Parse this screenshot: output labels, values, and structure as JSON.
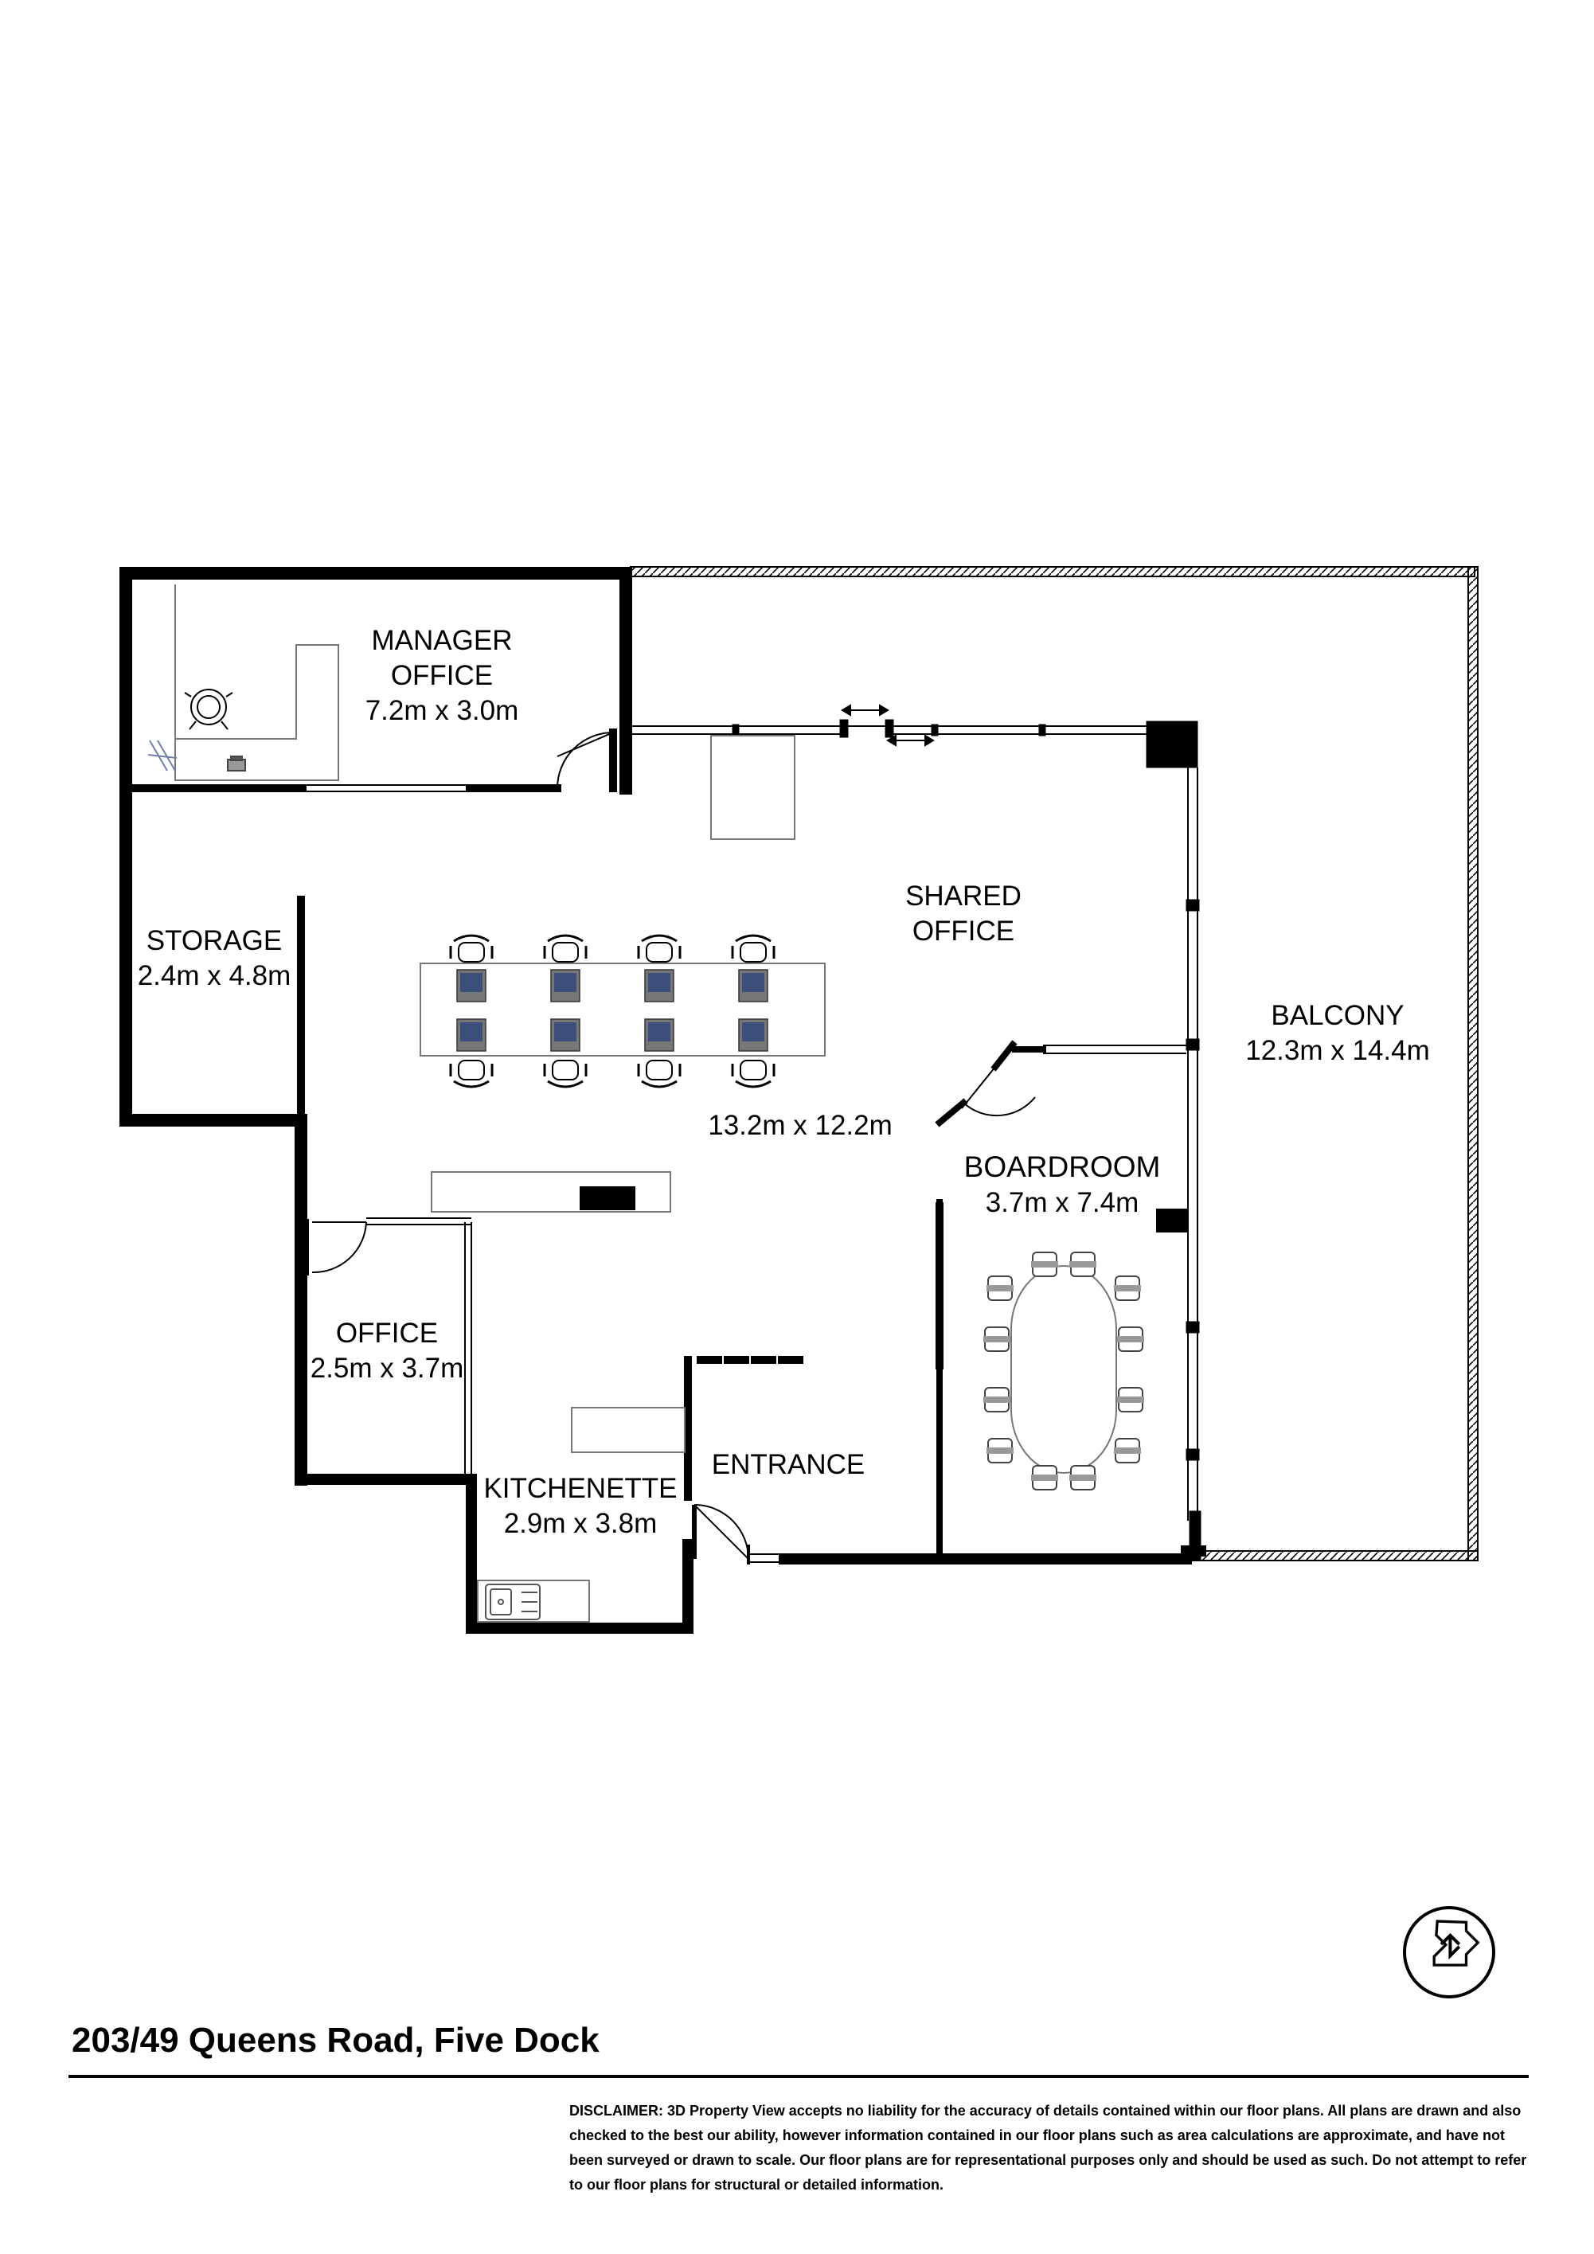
{
  "rooms": {
    "manager_office": {
      "name_line1": "MANAGER",
      "name_line2": "OFFICE",
      "dims": "7.2m x 3.0m"
    },
    "storage": {
      "name": "STORAGE",
      "dims": "2.4m x 4.8m"
    },
    "shared_office": {
      "name_line1": "SHARED",
      "name_line2": "OFFICE",
      "dims": "13.2m x 12.2m"
    },
    "balcony": {
      "name": "BALCONY",
      "dims": "12.3m x 14.4m"
    },
    "boardroom": {
      "name": "BOARDROOM",
      "dims": "3.7m x 7.4m"
    },
    "office": {
      "name": "OFFICE",
      "dims": "2.5m x 3.7m"
    },
    "kitchenette": {
      "name": "KITCHENETTE",
      "dims": "2.9m x 3.8m"
    },
    "entrance": {
      "name": "ENTRANCE"
    }
  },
  "address": "203/49 Queens Road, Five Dock",
  "disclaimer": {
    "label": "DISCLAIMER:",
    "text": "3D Property View accepts no liability for the accuracy of details contained within our floor plans. All plans are drawn and also checked to the best our ability, however information contained in our floor plans such as area calculations are approximate, and have not been surveyed or drawn to scale. Our floor plans are for representational purposes only and should be used as such. Do not attempt to refer to our floor plans for structural or detailed information."
  },
  "colors": {
    "wall": "#000000",
    "laptop": "#3c4e7a",
    "furniture_stroke": "#555555"
  },
  "icons": {
    "compass": "north-arrow-icon"
  }
}
